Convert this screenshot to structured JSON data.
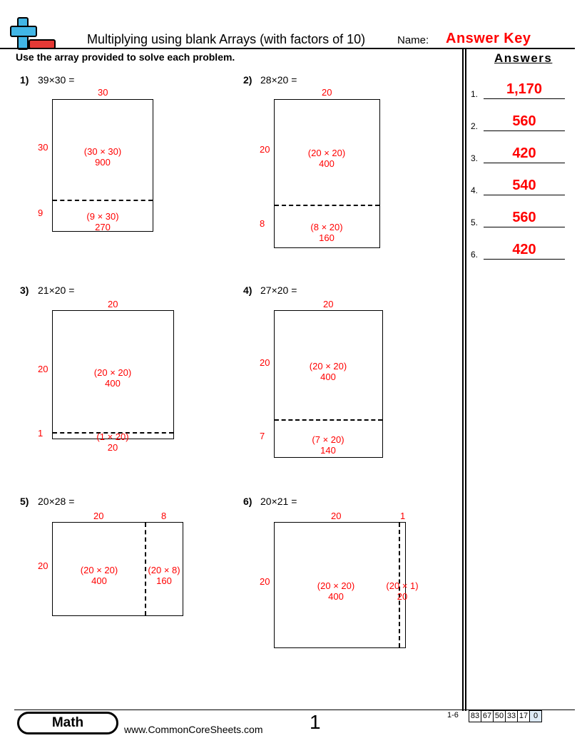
{
  "header": {
    "title": "Multiplying using blank Arrays (with factors of 10)",
    "name_label": "Name:",
    "name_value": "Answer Key"
  },
  "instructions": "Use the array provided to solve each problem.",
  "answers": {
    "heading": "Answers",
    "items": [
      {
        "num": "1.",
        "value": "1,170"
      },
      {
        "num": "2.",
        "value": "560"
      },
      {
        "num": "3.",
        "value": "420"
      },
      {
        "num": "4.",
        "value": "540"
      },
      {
        "num": "5.",
        "value": "560"
      },
      {
        "num": "6.",
        "value": "420"
      }
    ]
  },
  "problems": [
    {
      "num": "1)",
      "expr": "39×30 =",
      "top": [
        "30"
      ],
      "side": [
        "30",
        "9"
      ],
      "cells": [
        {
          "expr": "(30 × 30)",
          "val": "900"
        },
        {
          "expr": "(9 × 30)",
          "val": "270"
        }
      ]
    },
    {
      "num": "2)",
      "expr": "28×20 =",
      "top": [
        "20"
      ],
      "side": [
        "20",
        "8"
      ],
      "cells": [
        {
          "expr": "(20 × 20)",
          "val": "400"
        },
        {
          "expr": "(8 × 20)",
          "val": "160"
        }
      ]
    },
    {
      "num": "3)",
      "expr": "21×20 =",
      "top": [
        "20"
      ],
      "side": [
        "20",
        "1"
      ],
      "cells": [
        {
          "expr": "(20 × 20)",
          "val": "400"
        },
        {
          "expr": "(1 × 20)",
          "val": "20"
        }
      ]
    },
    {
      "num": "4)",
      "expr": "27×20 =",
      "top": [
        "20"
      ],
      "side": [
        "20",
        "7"
      ],
      "cells": [
        {
          "expr": "(20 × 20)",
          "val": "400"
        },
        {
          "expr": "(7 × 20)",
          "val": "140"
        }
      ]
    },
    {
      "num": "5)",
      "expr": "20×28 =",
      "top": [
        "20",
        "8"
      ],
      "side": [
        "20"
      ],
      "cells": [
        {
          "expr": "(20 × 20)",
          "val": "400"
        },
        {
          "expr": "(20 × 8)",
          "val": "160"
        }
      ]
    },
    {
      "num": "6)",
      "expr": "20×21 =",
      "top": [
        "20",
        "1"
      ],
      "side": [
        "20"
      ],
      "cells": [
        {
          "expr": "(20 × 20)",
          "val": "400"
        },
        {
          "expr": "(20 × 1)",
          "val": "20"
        }
      ]
    }
  ],
  "footer": {
    "subject": "Math",
    "website": "www.CommonCoreSheets.com",
    "page": "1",
    "range": "1-6",
    "scores": [
      "83",
      "67",
      "50",
      "33",
      "17",
      "0"
    ]
  }
}
